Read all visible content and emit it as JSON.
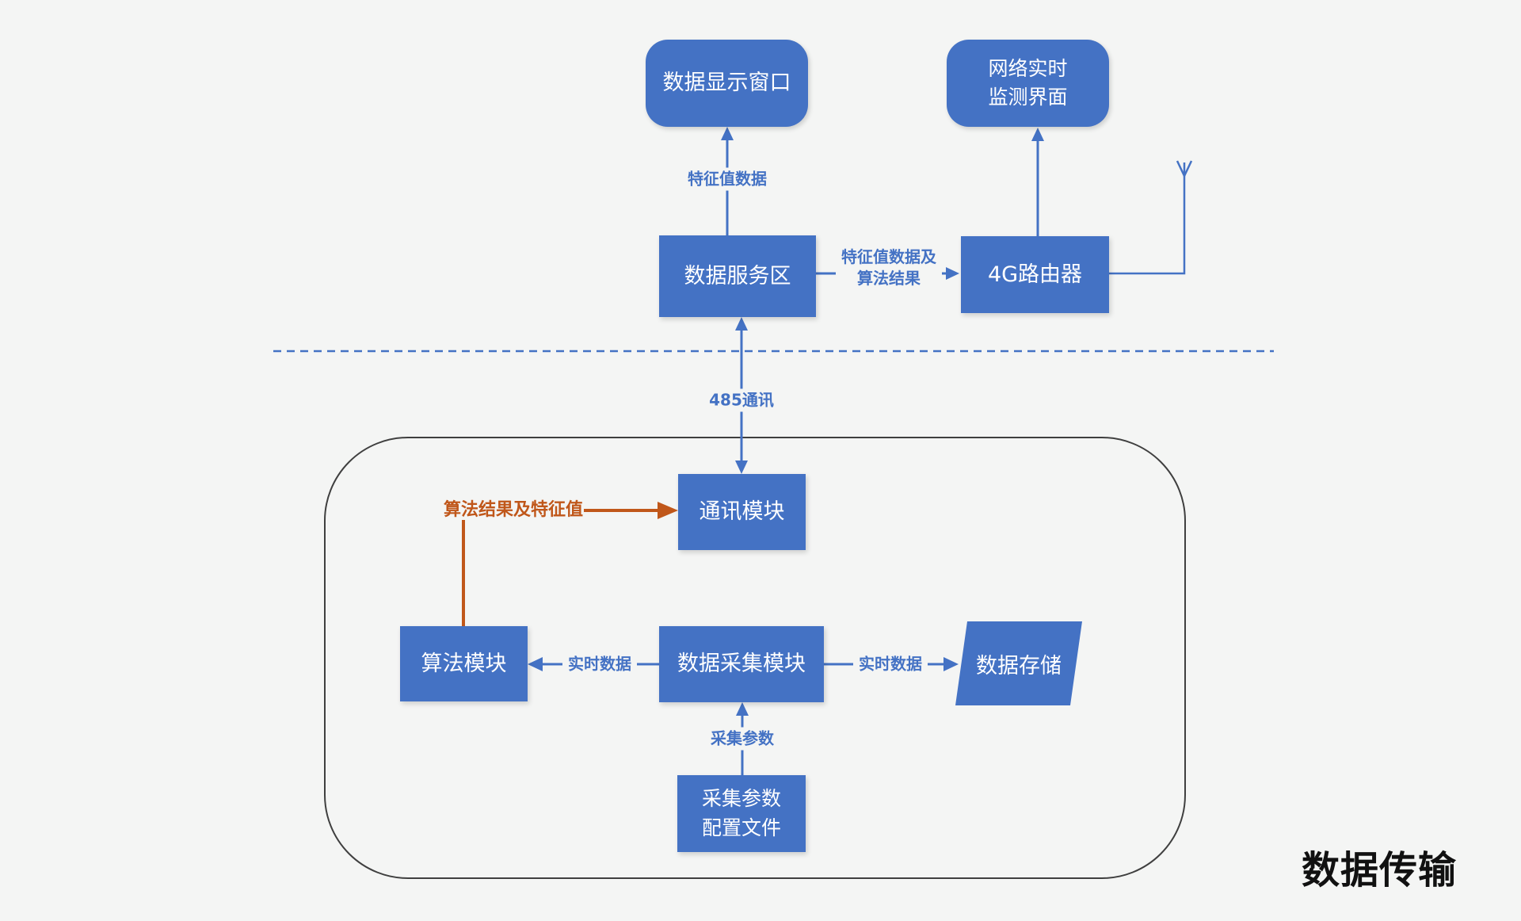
{
  "diagram": {
    "title": "数据传输",
    "nodes": {
      "display_window": "数据显示窗口",
      "network_monitor_line1": "网络实时",
      "network_monitor_line2": "监测界面",
      "data_service": "数据服务区",
      "router_4g": "4G路由器",
      "comm_module": "通讯模块",
      "algorithm_module": "算法模块",
      "data_acquisition": "数据采集模块",
      "data_storage": "数据存储",
      "config_file_line1": "采集参数",
      "config_file_line2": "配置文件"
    },
    "edge_labels": {
      "feature_data": "特征值数据",
      "feature_result_line1": "特征值数据及",
      "feature_result_line2": "算法结果",
      "comm_485": "485通讯",
      "algo_result_feature": "算法结果及特征值",
      "realtime_left": "实时数据",
      "realtime_right": "实时数据",
      "collect_params": "采集参数"
    },
    "colors": {
      "node_fill": "#4472c4",
      "edge_blue": "#4472c4",
      "accent_orange": "#c0571a",
      "background": "#f4f5f4",
      "container_border": "#3f3f3f",
      "title": "#111111"
    }
  }
}
